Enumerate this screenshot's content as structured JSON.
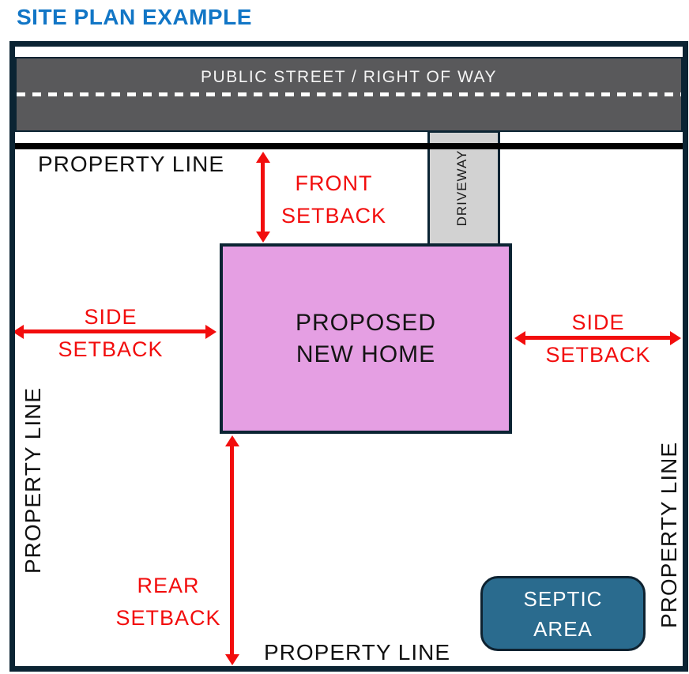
{
  "page": {
    "title": "SITE PLAN EXAMPLE"
  },
  "colors": {
    "title_blue": "#1276c6",
    "frame_navy": "#0b2433",
    "street_gray": "#59595b",
    "driveway_gray": "#d2d2d2",
    "home_pink": "#e59fe3",
    "septic_blue": "#2a6b8e",
    "setback_red": "#f20d0d",
    "property_line_black": "#000000"
  },
  "street": {
    "label": "PUBLIC STREET / RIGHT OF WAY"
  },
  "driveway": {
    "label": "DRIVEWAY"
  },
  "home": {
    "label": "PROPOSED\nNEW HOME"
  },
  "septic": {
    "label": "SEPTIC\nAREA"
  },
  "property_line": {
    "top": "PROPERTY LINE",
    "left": "PROPERTY LINE",
    "right": "PROPERTY LINE",
    "bottom": "PROPERTY LINE"
  },
  "setbacks": {
    "front": "FRONT\nSETBACK",
    "side_left": "SIDE\nSETBACK",
    "side_right": "SIDE\nSETBACK",
    "rear": "REAR\nSETBACK"
  }
}
